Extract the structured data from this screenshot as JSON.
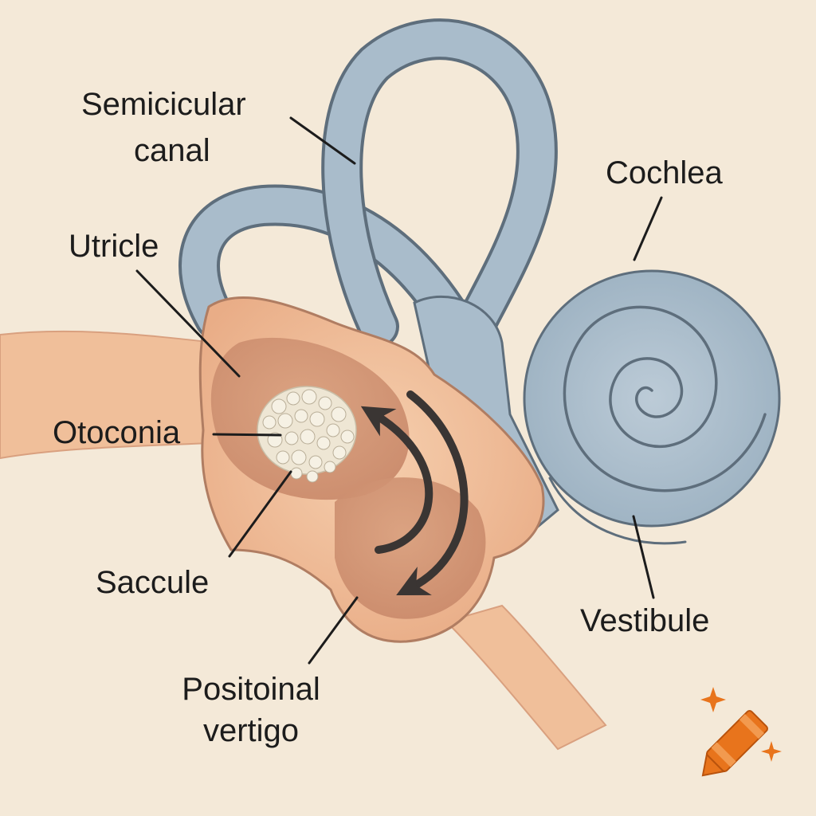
{
  "labels": {
    "semicircular_canal": [
      "Semicicular",
      "canal"
    ],
    "cochlea": "Cochlea",
    "utricle": "Utricle",
    "otoconia": "Otoconia",
    "saccule": "Saccule",
    "vestibule": "Vestibule",
    "positional_vertigo": [
      "Positoinal",
      "vertigo"
    ]
  },
  "colors": {
    "background": "#f4e9d8",
    "canal_fill": "#a9bccb",
    "canal_stroke": "#5e6e7c",
    "tissue_fill": "#f0bf9a",
    "tissue_dark": "#d89f7c",
    "tissue_stroke": "#b07d62",
    "otoconia": "#f2eddf",
    "arrow": "#3a3533",
    "watermark": "#e8741c"
  },
  "icons": {
    "watermark": "crayon-icon"
  }
}
